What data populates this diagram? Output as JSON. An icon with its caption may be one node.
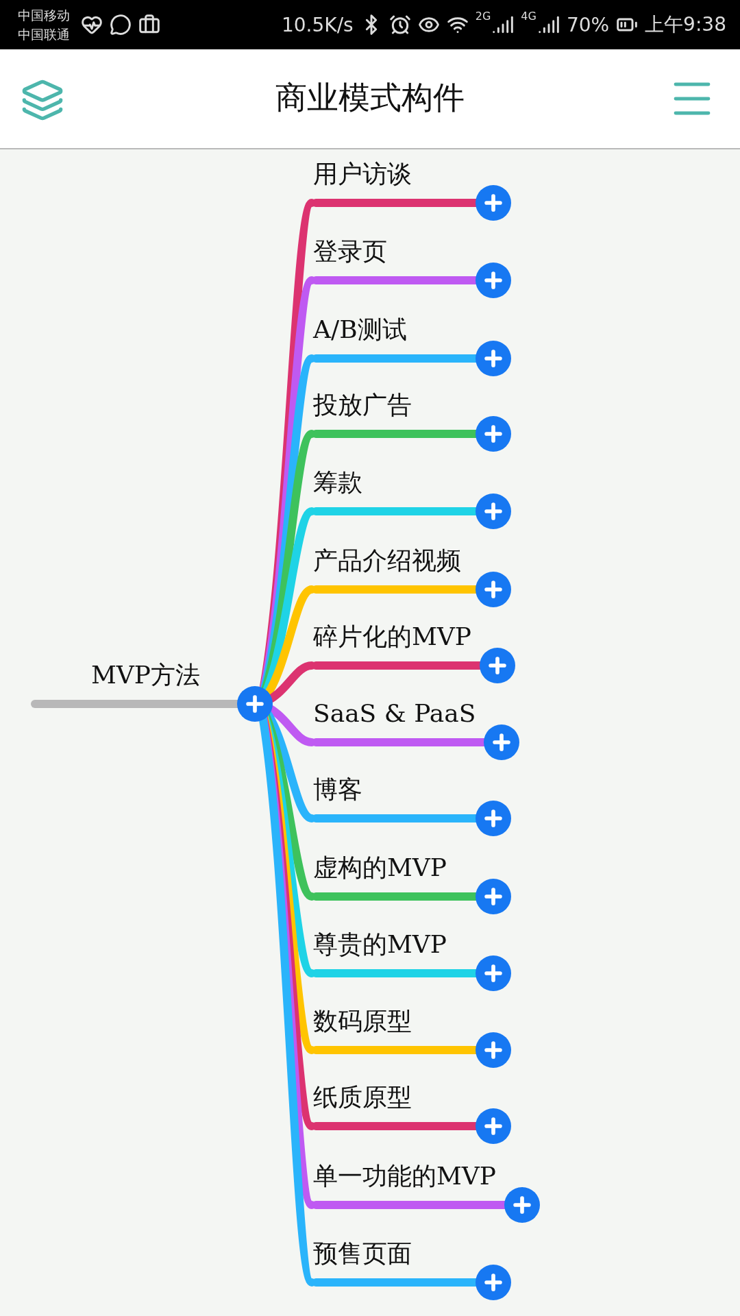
{
  "diagram": {
    "title": "商业模式构件",
    "nodes": [
      {
        "text": [
          "MVP方法"
        ]
      },
      {
        "text": [
          "用户访谈"
        ]
      },
      {
        "text": [
          "登录页"
        ]
      },
      {
        "text": [
          "A/B测试"
        ]
      },
      {
        "text": [
          "投放广告"
        ]
      },
      {
        "text": [
          "筹款"
        ]
      },
      {
        "text": [
          "产品介绍视频"
        ]
      },
      {
        "text": [
          "碎片化的MVP"
        ]
      },
      {
        "text": [
          "SaaS & PaaS"
        ]
      },
      {
        "text": [
          "博客"
        ]
      },
      {
        "text": [
          "虚构的MVP"
        ]
      },
      {
        "text": [
          "尊贵的MVP"
        ]
      },
      {
        "text": [
          "数码原型"
        ]
      },
      {
        "text": [
          "纸质原型"
        ]
      },
      {
        "text": [
          "单一功能的MVP"
        ]
      },
      {
        "text": [
          "预售页面"
        ]
      }
    ],
    "edges": [
      {
        "from": 0,
        "to": 1,
        "arrow": "none",
        "color": "#dc3370"
      },
      {
        "from": 0,
        "to": 2,
        "arrow": "none",
        "color": "#bf5af2"
      },
      {
        "from": 0,
        "to": 3,
        "arrow": "none",
        "color": "#2ab4fb"
      },
      {
        "from": 0,
        "to": 4,
        "arrow": "none",
        "color": "#3ec25c"
      },
      {
        "from": 0,
        "to": 5,
        "arrow": "none",
        "color": "#1fd3e6"
      },
      {
        "from": 0,
        "to": 6,
        "arrow": "none",
        "color": "#ffc400"
      },
      {
        "from": 0,
        "to": 7,
        "arrow": "none",
        "color": "#dc3370"
      },
      {
        "from": 0,
        "to": 8,
        "arrow": "none",
        "color": "#bf5af2"
      },
      {
        "from": 0,
        "to": 9,
        "arrow": "none",
        "color": "#2ab4fb"
      },
      {
        "from": 0,
        "to": 10,
        "arrow": "none",
        "color": "#3ec25c"
      },
      {
        "from": 0,
        "to": 11,
        "arrow": "none",
        "color": "#1fd3e6"
      },
      {
        "from": 0,
        "to": 12,
        "arrow": "none",
        "color": "#ffc400"
      },
      {
        "from": 0,
        "to": 13,
        "arrow": "none",
        "color": "#dc3370"
      },
      {
        "from": 0,
        "to": 14,
        "arrow": "none",
        "color": "#bf5af2"
      },
      {
        "from": 0,
        "to": 15,
        "arrow": "none",
        "color": "#2ab4fb"
      }
    ],
    "labels": [
      "中国移动",
      "中国联通",
      "10.5K/s",
      "2G",
      "4G",
      "70%",
      "上午9:38"
    ]
  }
}
